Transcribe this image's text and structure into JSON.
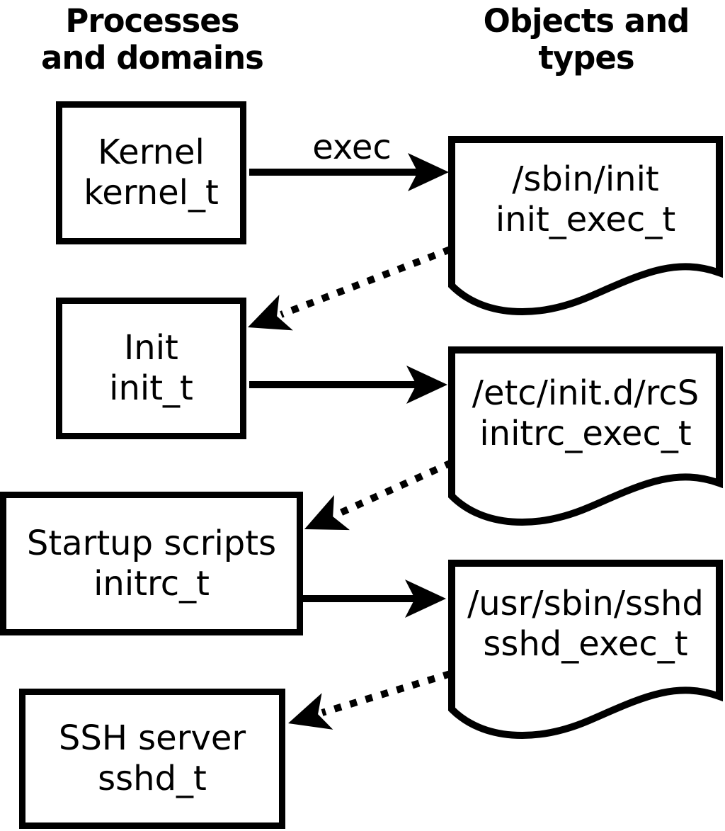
{
  "diagram": {
    "headers": {
      "left_line1": "Processes",
      "left_line2": "and domains",
      "right_line1": "Objects and",
      "right_line2": "types"
    },
    "arrow_label": "exec",
    "processes": [
      {
        "name": "Kernel",
        "domain": "kernel_t"
      },
      {
        "name": "Init",
        "domain": "init_t"
      },
      {
        "name": "Startup scripts",
        "domain": "initrc_t"
      },
      {
        "name": "SSH server",
        "domain": "sshd_t"
      }
    ],
    "objects": [
      {
        "path": "/sbin/init",
        "type": "init_exec_t"
      },
      {
        "path": "/etc/init.d/rcS",
        "type": "initrc_exec_t"
      },
      {
        "path": "/usr/sbin/sshd",
        "type": "sshd_exec_t"
      }
    ],
    "colors": {
      "foreground": "#000000",
      "background": "#ffffff"
    }
  }
}
